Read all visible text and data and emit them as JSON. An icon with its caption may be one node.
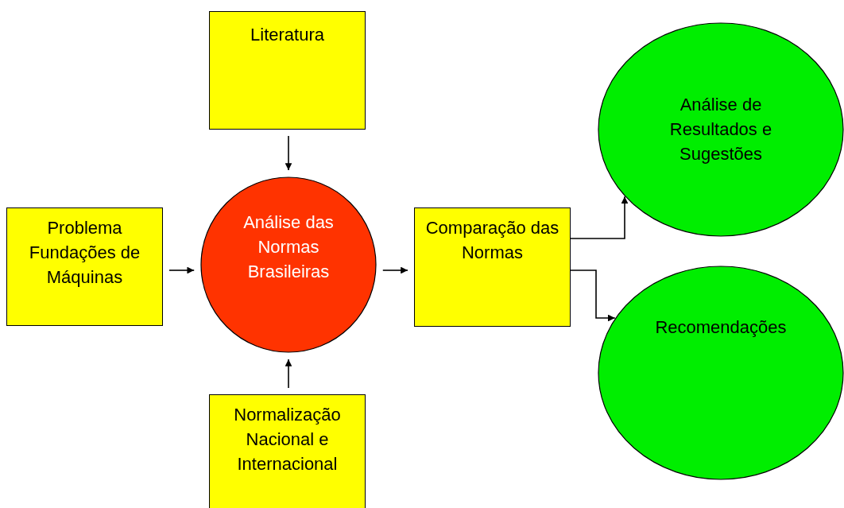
{
  "diagram": {
    "nodes": [
      {
        "text": [
          "Literatura"
        ]
      },
      {
        "text": [
          "Análise de Resultados e Sugestões"
        ]
      },
      {
        "text": [
          "Problema Fundações de Máquinas"
        ]
      },
      {
        "text": [
          "Análise das Normas Brasileiras"
        ]
      },
      {
        "text": [
          "Comparação das Normas"
        ]
      },
      {
        "text": [
          "Recomendações"
        ]
      },
      {
        "text": [
          "Normalização Nacional e Internacional"
        ]
      }
    ],
    "edges": [
      {
        "from": 0,
        "to": 3,
        "arrow": "to"
      },
      {
        "from": 2,
        "to": 3,
        "arrow": "to"
      },
      {
        "from": 6,
        "to": 3,
        "arrow": "to"
      },
      {
        "from": 3,
        "to": 4,
        "arrow": "to"
      },
      {
        "from": 4,
        "to": 1,
        "arrow": "to"
      },
      {
        "from": 4,
        "to": 5,
        "arrow": "to"
      }
    ]
  }
}
